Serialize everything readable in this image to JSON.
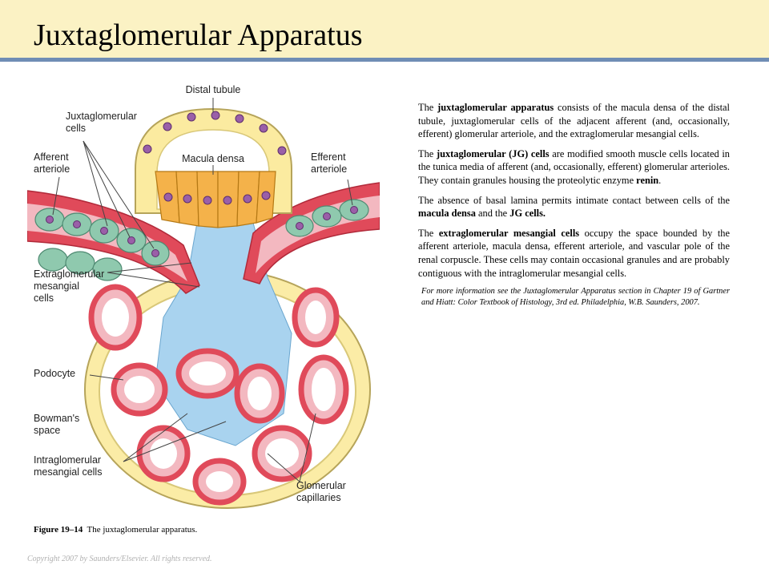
{
  "title": "Juxtaglomerular Apparatus",
  "figure": {
    "labels": {
      "distal_tubule": "Distal tubule",
      "jg_cells_1": "Juxtaglomerular",
      "jg_cells_2": "cells",
      "afferent_1": "Afferent",
      "afferent_2": "arteriole",
      "macula_densa": "Macula densa",
      "efferent_1": "Efferent",
      "efferent_2": "arteriole",
      "extra_1": "Extraglomerular",
      "extra_2": "mesangial",
      "extra_3": "cells",
      "podocyte": "Podocyte",
      "bowman_1": "Bowman's",
      "bowman_2": "space",
      "intra_1": "Intraglomerular",
      "intra_2": "mesangial cells",
      "glom_1": "Glomerular",
      "glom_2": "capillaries"
    },
    "caption_number": "Figure 19–14",
    "caption_text": "The juxtaglomerular apparatus."
  },
  "body": {
    "p1": {
      "a": "The ",
      "b": "juxtaglomerular apparatus",
      "c": " consists of the macula densa of the distal tubule, juxtaglomerular cells of the adjacent afferent (and, occasionally, efferent) glomerular arteriole, and the extraglomerular mesangial cells."
    },
    "p2": {
      "a": "The ",
      "b": "juxtaglomerular (JG) cells",
      "c": " are modified smooth muscle cells located in the tunica media of afferent (and, occasionally, efferent) glomerular arterioles. They contain granules housing the proteolytic enzyme ",
      "d": "renin",
      "e": "."
    },
    "p3": {
      "a": "The absence of basal lamina permits intimate contact between cells of the ",
      "b": "macula densa",
      "c": " and the ",
      "d": "JG cells.",
      "e": ""
    },
    "p4": {
      "a": "The ",
      "b": "extraglomerular mesangial cells",
      "c": " occupy the space bounded by the afferent arteriole, macula densa, efferent arteriole, and vascular pole of the renal corpuscle. These cells may contain occasional granules and are probably contiguous with the intraglomerular mesangial cells."
    },
    "reference": "For more information see the  Juxtaglomerular Apparatus section in Chapter 19 of Gartner and Hiatt: Color Textbook of Histology, 3rd ed. Philadelphia, W.B. Saunders, 2007."
  },
  "copyright": "Copyright 2007 by Saunders/Elsevier. All rights reserved.",
  "colors": {
    "title_band": "#fbf2c4",
    "title_rule": "#6f8db5",
    "tubule": "#fbeba0",
    "macula": "#f4b24a",
    "jg_cell": "#8fc9ae",
    "vessel": "#e04a5a",
    "mesangial": "#a9d3ef",
    "nucleus": "#9a5fa8",
    "capsule": "#fbeca6"
  }
}
